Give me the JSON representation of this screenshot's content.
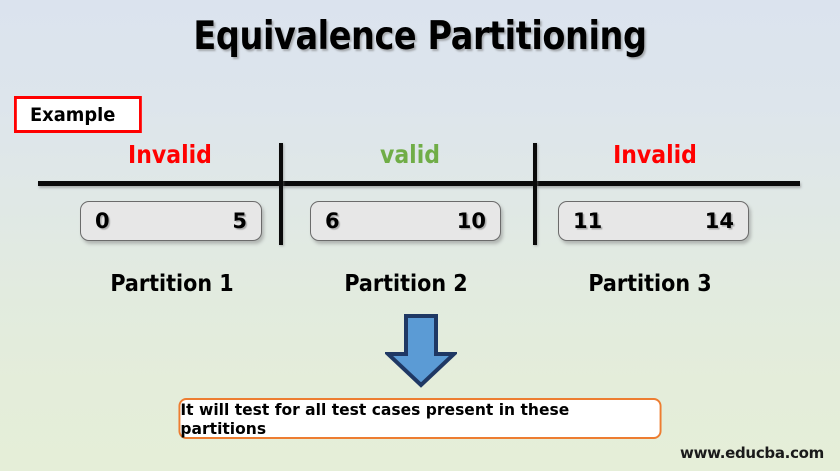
{
  "slide": {
    "title": "Equivalence Partitioning",
    "badge_label": "Example",
    "watermark": "www.educba.com",
    "background_top_color": "#DBE3EE",
    "background_bottom_color": "#E5EED8"
  },
  "categories": [
    {
      "label": "Invalid",
      "color": "#FF0000"
    },
    {
      "label": "valid",
      "color": "#70AD47"
    },
    {
      "label": "Invalid",
      "color": "#FF0000"
    }
  ],
  "partitions": [
    {
      "caption": "Partition 1",
      "lower": "0",
      "upper": "5"
    },
    {
      "caption": "Partition 2",
      "lower": "6",
      "upper": "10"
    },
    {
      "caption": "Partition 3",
      "lower": "11",
      "upper": "14"
    }
  ],
  "arrow": {
    "icon": "down-arrow-icon",
    "fill_color": "#5B9BD5",
    "outline_color": "#1F3864"
  },
  "conclusion": {
    "text": "It will test for all test cases present in these partitions",
    "border_color": "#ED7D31"
  }
}
